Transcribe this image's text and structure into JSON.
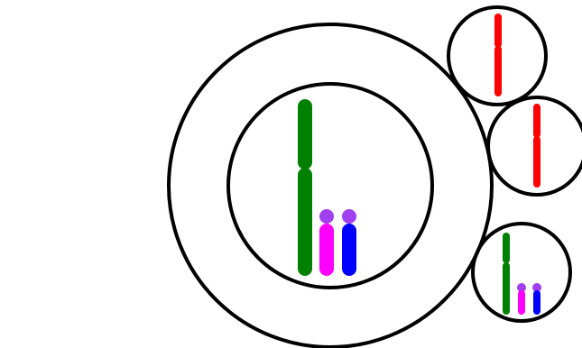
{
  "colors": {
    "background": "#ffffff",
    "outline": "#000000",
    "large_chromosome": "#008000",
    "satellite_chromosome_1": "#ff00ff",
    "satellite_chromosome_2": "#0000ff",
    "satellite_tip": "#a040f0",
    "single_chromatid": "#ff0000"
  },
  "diagram": {
    "main_cell": {
      "nucleus": {
        "chromosomes": [
          "large_chromosome",
          "satellite_chromosome_1",
          "satellite_chromosome_2"
        ]
      }
    },
    "small_cells": [
      {
        "content": "single_chromatid"
      },
      {
        "content": "single_chromatid"
      },
      {
        "content": "chromosome_set"
      }
    ]
  }
}
